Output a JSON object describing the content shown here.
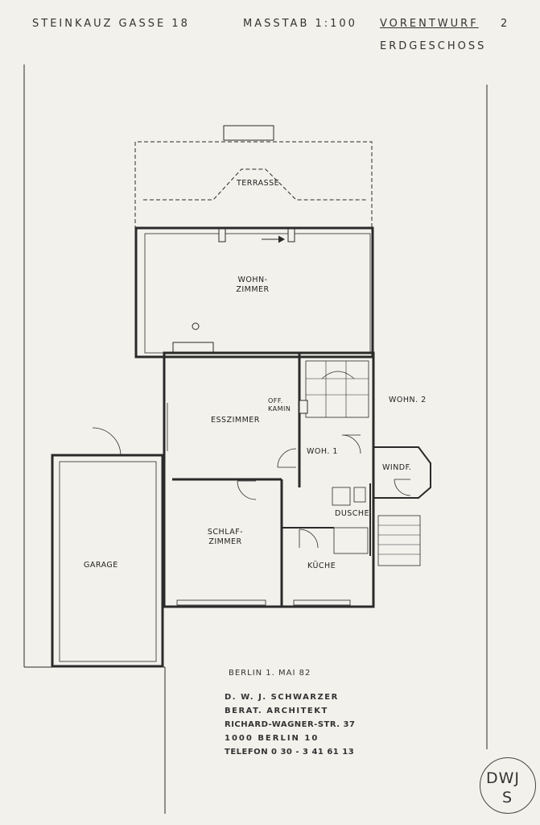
{
  "header": {
    "street": "STEINKAUZ GASSE 18",
    "scale": "MASSTAB 1:100",
    "phase": "VORENTWURF",
    "phase_number": "2",
    "floor": "ERDGESCHOSS"
  },
  "rooms": {
    "terrasse": "TERRASSE",
    "wohnzimmer_1": "WOHN-",
    "wohnzimmer_2": "ZIMMER",
    "esszimmer": "ESSZIMMER",
    "kamin_1": "OFF.",
    "kamin_2": "KAMIN",
    "wohn2": "WOHN. 2",
    "woh1": "WOH. 1",
    "windf": "WINDF.",
    "dusche": "DUSCHE",
    "schlaf_1": "SCHLAF-",
    "schlaf_2": "ZIMMER",
    "kueche": "KÜCHE",
    "garage": "GARAGE"
  },
  "title_block": {
    "date": "BERLIN 1. MAI 82",
    "name": "D. W. J. SCHWARZER",
    "profession": "BERAT. ARCHITEKT",
    "street": "RICHARD-WAGNER-STR. 37",
    "city": "1000 BERLIN 10",
    "phone": "TELEFON 0 30 - 3 41 61 13"
  },
  "stamp": {
    "line1": "DWJ",
    "line2": "S"
  },
  "colors": {
    "paper": "#f3f1ec",
    "ink": "#2a2a2a"
  }
}
